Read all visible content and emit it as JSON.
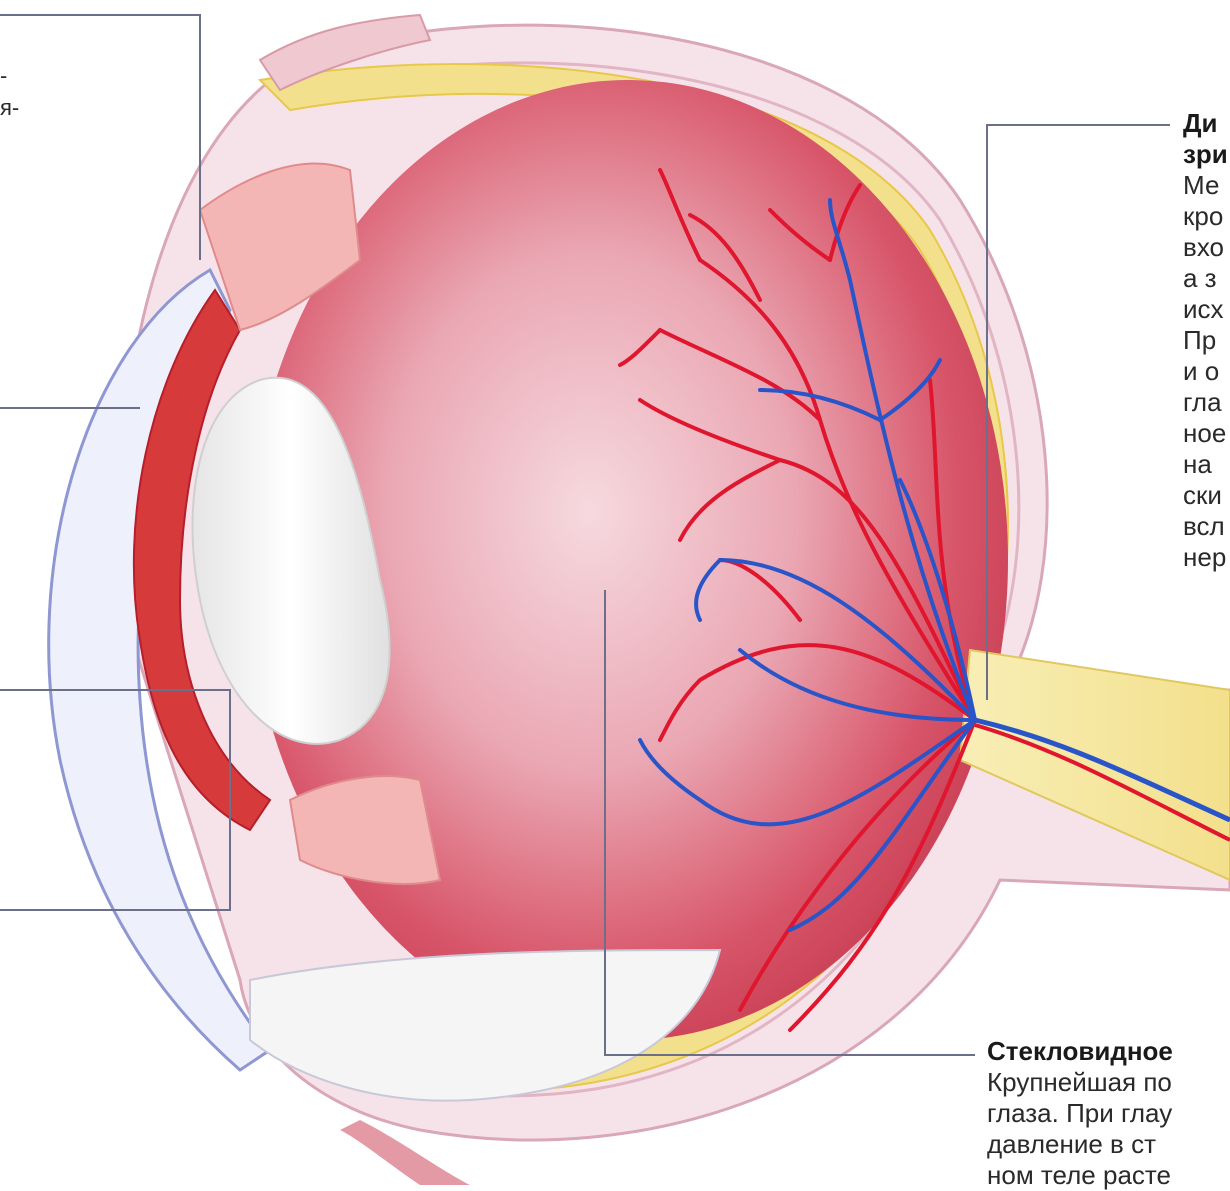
{
  "labels": {
    "optic_disc": {
      "title_lines": [
        "Ди",
        "зри"
      ],
      "body_lines": [
        "Ме",
        "кро",
        "вхо",
        "а з",
        "исх",
        "Пр",
        "и о",
        "гла",
        "ное",
        "на",
        "ски",
        "всл",
        "нер"
      ]
    },
    "vitreous_body": {
      "title": "Стекловидное",
      "body_lines": [
        "Крупнейшая по",
        "глаза. При глау",
        "давление в ст",
        "ном теле расте"
      ]
    },
    "top_left": {
      "lines": [
        "-",
        "я-"
      ]
    }
  },
  "colors": {
    "vitreous": "#d8566a",
    "artery": "#e0162e",
    "vein": "#2a55c8",
    "optic_nerve": "#f4e7a0",
    "sclera_outline": "#c8a0b0",
    "lens": "#f3f3f3",
    "iris": "#d63a3a",
    "cornea": "#c9d0ee",
    "leader_line": "#6b6f8a"
  }
}
